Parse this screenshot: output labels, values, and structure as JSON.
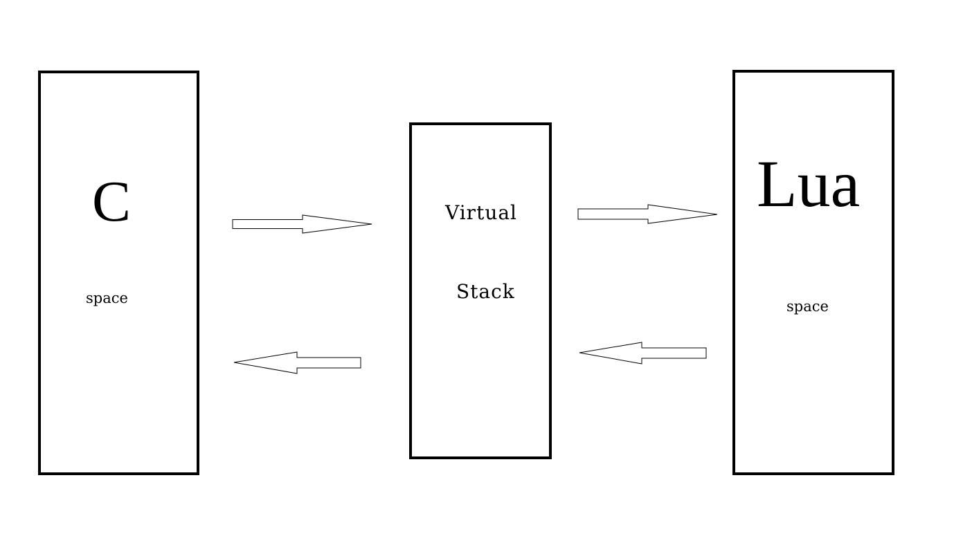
{
  "diagram": {
    "c_box": {
      "title": "C",
      "subtitle": "space"
    },
    "stack_box": {
      "line1": "Virtual",
      "line2": "Stack"
    },
    "lua_box": {
      "title": "Lua",
      "subtitle": "space"
    },
    "arrows": [
      {
        "from": "C",
        "to": "Virtual Stack",
        "direction": "right"
      },
      {
        "from": "Virtual Stack",
        "to": "C",
        "direction": "left"
      },
      {
        "from": "Virtual Stack",
        "to": "Lua",
        "direction": "right"
      },
      {
        "from": "Lua",
        "to": "Virtual Stack",
        "direction": "left"
      }
    ],
    "colors": {
      "stroke": "#000000",
      "background": "#ffffff"
    }
  }
}
